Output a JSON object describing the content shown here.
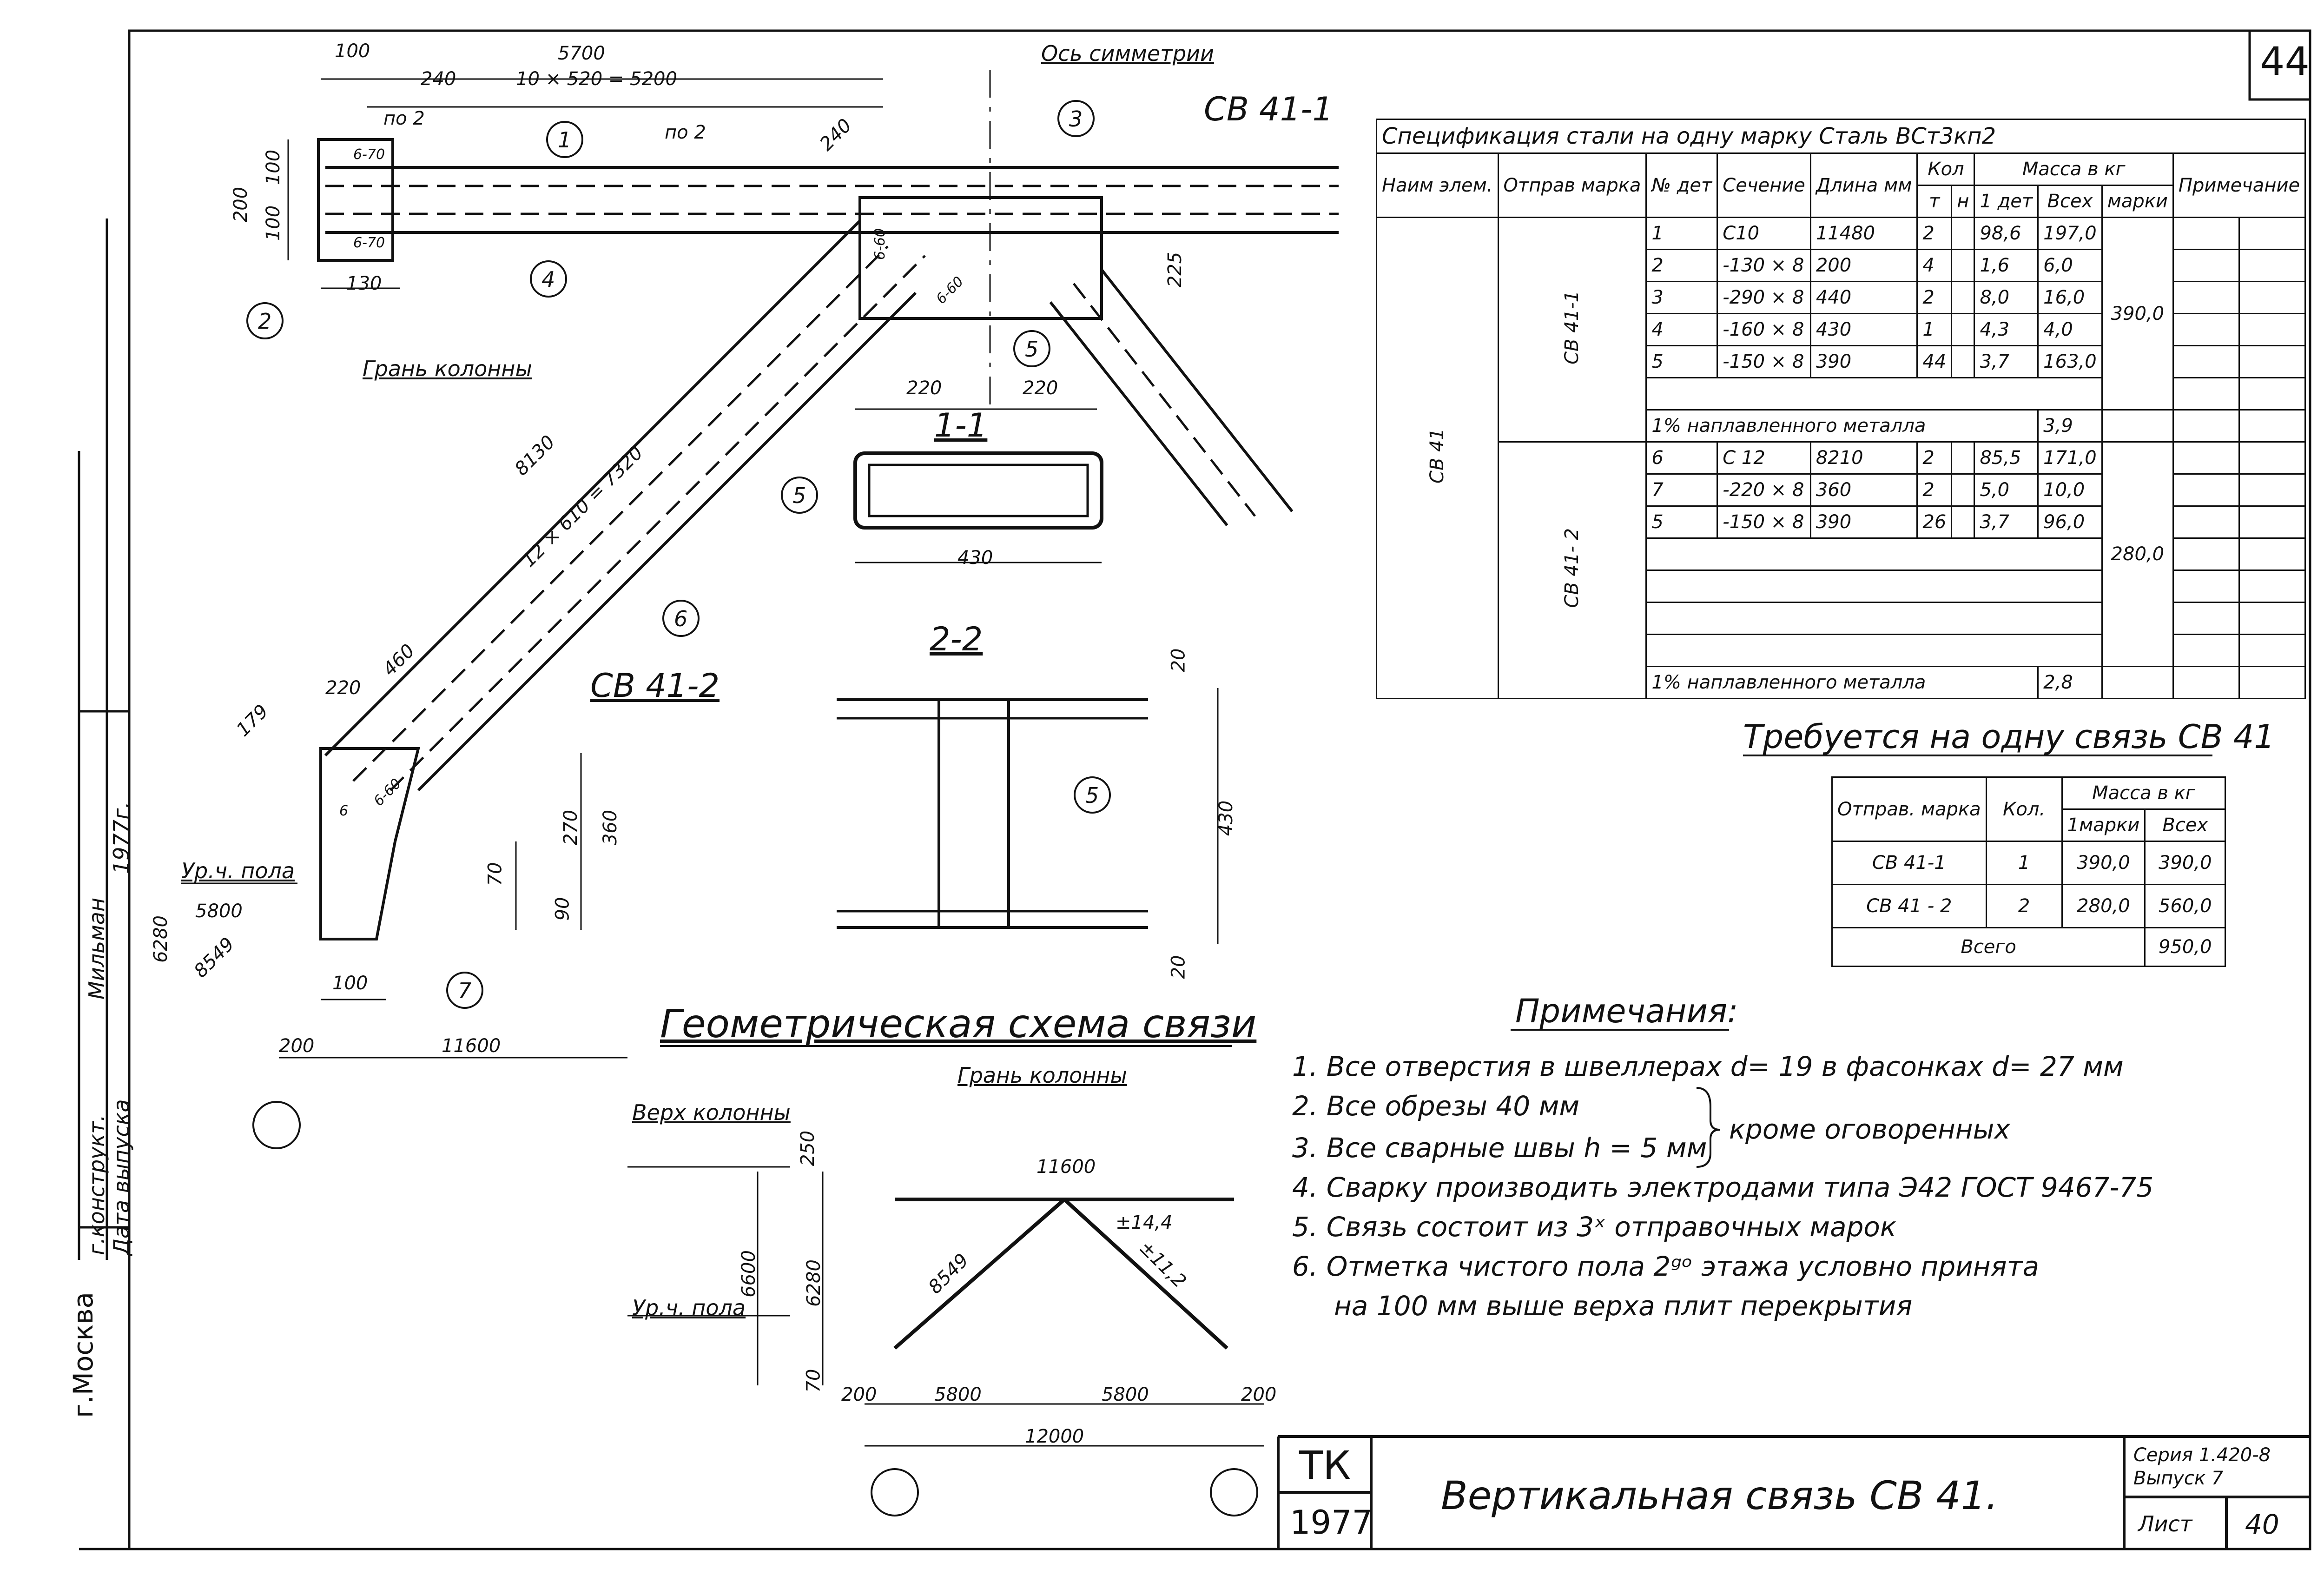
{
  "sheet": {
    "number": "44",
    "mark": "СВ 41-1",
    "symmetry_axis": "Ось симметрии",
    "column_face": "Грань колонны",
    "column_top": "Верх колонны",
    "floor_level": "Ур.ч. пола",
    "floor_level_2": "Ур.ч. пола",
    "mark2": "СВ 41-2",
    "section_1": "1-1",
    "section_2": "2-2",
    "schema_title": "Геометрическая схема связи",
    "schema_face": "Грань колонны",
    "city": "г.Москва",
    "designer": "г.конструкт.",
    "designer_name": "Мильман",
    "issue_date_label": "Дата выпуска",
    "issue_year": "1977г."
  },
  "dims_top": {
    "d100": "100",
    "d5700": "5700",
    "d240": "240",
    "d10x520": "10 × 520 = 5200",
    "d240b": "240",
    "po2a": "по 2",
    "po2b": "по 2",
    "d200": "200",
    "d100a": "100",
    "d100b": "100",
    "d130": "130",
    "d225": "225",
    "d220a": "220",
    "d220b": "220",
    "d430": "430",
    "d8130": "8130",
    "d12x610": "12 × 610 = 7320",
    "d460": "460",
    "d220c": "220",
    "d179": "179",
    "d5800": "5800",
    "d6280": "6280",
    "d8549": "8549",
    "d100c": "100",
    "d200b": "200",
    "d11600": "11600",
    "d270": "270",
    "d360": "360",
    "d70": "70",
    "d90": "90",
    "d20a": "20",
    "d20b": "20",
    "d430b": "430",
    "plate_6_70a": "6-70",
    "plate_6_70b": "6-70",
    "plate_6_60a": "6-60",
    "plate_6_60b": "6-60",
    "plate_6_60c": "6-60",
    "plate_6": "6"
  },
  "callouts": [
    "1",
    "2",
    "3",
    "4",
    "5",
    "5",
    "6",
    "7",
    "5"
  ],
  "schema": {
    "d11600": "11600",
    "d250": "250",
    "d6600": "6600",
    "d6280": "6280",
    "d8549": "8549",
    "d14_4": "±14,4",
    "d11_2": "±11,2",
    "d70": "70",
    "d200a": "200",
    "d5800a": "5800",
    "d5800b": "5800",
    "d200b": "200",
    "d12000": "12000"
  },
  "spec_table": {
    "title": "Спецификация стали на одну марку   Сталь ВСт3кп2",
    "headers": {
      "name": "Наим элем.",
      "mark": "Отправ марка",
      "num": "№ дет",
      "section": "Сечение",
      "length": "Длина мм",
      "qty": "Кол",
      "qty_t": "т",
      "qty_n": "н",
      "mass": "Масса в кг",
      "mass_1": "1 дет",
      "mass_all": "Всех",
      "mass_mark": "марки",
      "note": "Примечание"
    },
    "group_name": "СВ 41",
    "group1_mark": "СВ 41-1",
    "group1_rows": [
      {
        "num": "1",
        "section": "С10",
        "length": "11480",
        "t": "2",
        "n": "",
        "m1": "98,6",
        "mall": "197,0"
      },
      {
        "num": "2",
        "section": "-130 × 8",
        "length": "200",
        "t": "4",
        "n": "",
        "m1": "1,6",
        "mall": "6,0"
      },
      {
        "num": "3",
        "section": "-290 × 8",
        "length": "440",
        "t": "2",
        "n": "",
        "m1": "8,0",
        "mall": "16,0"
      },
      {
        "num": "4",
        "section": "-160 × 8",
        "length": "430",
        "t": "1",
        "n": "",
        "m1": "4,3",
        "mall": "4,0"
      },
      {
        "num": "5",
        "section": "-150 × 8",
        "length": "390",
        "t": "44",
        "n": "",
        "m1": "3,7",
        "mall": "163,0"
      }
    ],
    "group1_weld": "1% наплавленного металла",
    "group1_weld_mass": "3,9",
    "group1_mark_mass": "390,0",
    "group2_mark": "СВ 41- 2",
    "group2_rows": [
      {
        "num": "6",
        "section": "С 12",
        "length": "8210",
        "t": "2",
        "n": "",
        "m1": "85,5",
        "mall": "171,0"
      },
      {
        "num": "7",
        "section": "-220 × 8",
        "length": "360",
        "t": "2",
        "n": "",
        "m1": "5,0",
        "mall": "10,0"
      },
      {
        "num": "5",
        "section": "-150 × 8",
        "length": "390",
        "t": "26",
        "n": "",
        "m1": "3,7",
        "mall": "96,0"
      }
    ],
    "group2_weld": "1% наплавленного металла",
    "group2_weld_mass": "2,8",
    "group2_mark_mass": "280,0"
  },
  "required_table": {
    "title": "Требуется на одну связь СВ 41",
    "headers": {
      "mark": "Отправ. марка",
      "qty": "Кол.",
      "mass": "Масса в кг",
      "m1": "1марки",
      "mall": "Всех"
    },
    "rows": [
      {
        "mark": "СВ 41-1",
        "qty": "1",
        "m1": "390,0",
        "mall": "390,0"
      },
      {
        "mark": "СВ 41 - 2",
        "qty": "2",
        "m1": "280,0",
        "mall": "560,0"
      }
    ],
    "total_label": "Всего",
    "total_value": "950,0"
  },
  "notes": {
    "title": "Примечания:",
    "items": [
      "1.  Все отверстия  в швеллерах  d= 19  в фасонках  d= 27 мм",
      "2.  Все обрезы  40 мм",
      "3.  Все сварные швы  h = 5 мм",
      "4.  Сварку производить  электродами  типа  Э42  ГОСТ 9467-75",
      "5.  Связь состоит  из 3ˣ  отправочных марок",
      "6.  Отметка   чистого   пола  2ᵍᵒ этажа  условно принята",
      "на 100 мм   выше  верха  плит   перекрытия"
    ],
    "brace": "кроме оговоренных"
  },
  "title_block": {
    "org": "ТК",
    "year": "1977",
    "title": "Вертикальная связь СВ 41.",
    "series": "Серия 1.420-8",
    "issue": "Выпуск 7",
    "sheet_label": "Лист",
    "sheet_num": "40"
  }
}
